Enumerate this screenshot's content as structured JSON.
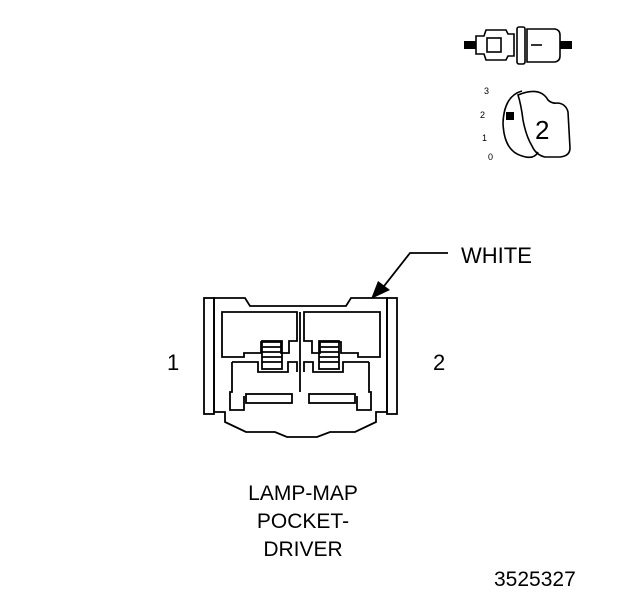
{
  "connector": {
    "wire_color_label": "WHITE",
    "pin_labels": [
      "1",
      "2"
    ],
    "title_lines": [
      "LAMP-MAP",
      "POCKET-",
      "DRIVER"
    ]
  },
  "figure_id": "3525327",
  "position_key": {
    "positions": [
      "3",
      "2",
      "1",
      "0"
    ],
    "selected": "2"
  },
  "colors": {
    "stroke": "#000000",
    "background": "#ffffff"
  }
}
